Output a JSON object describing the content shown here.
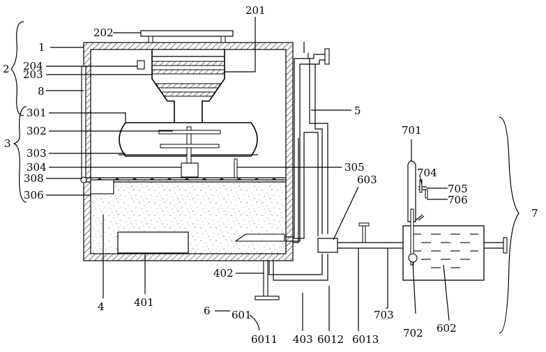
{
  "labels": {
    "l1": "1",
    "l2": "2",
    "l3": "3",
    "l4": "4",
    "l5": "5",
    "l6": "6",
    "l7": "7",
    "l8": "8",
    "l201": "201",
    "l202": "202",
    "l203": "203",
    "l204": "204",
    "l301": "301",
    "l302": "302",
    "l303": "303",
    "l304": "304",
    "l305": "305",
    "l306": "306",
    "l308": "308",
    "l401": "401",
    "l402": "402",
    "l403": "403",
    "l601": "601",
    "l602": "602",
    "l603": "603",
    "l6011": "6011",
    "l6012": "6012",
    "l6013": "6013",
    "l701": "701",
    "l702": "702",
    "l703": "703",
    "l704": "704",
    "l705": "705",
    "l706": "706"
  }
}
